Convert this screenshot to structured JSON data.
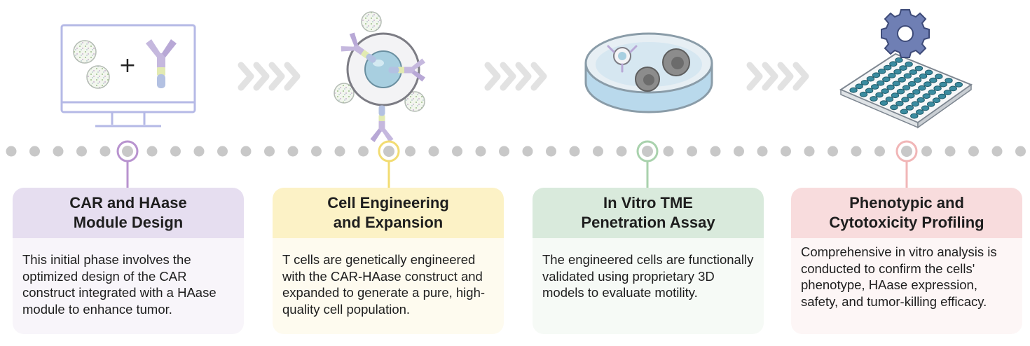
{
  "steps": [
    {
      "title_line1": "CAR and HAase",
      "title_line2": "Module Design",
      "body": "This initial phase involves the optimized design of the CAR construct integrated with a HAase module to enhance tumor.",
      "color": "#b893cf"
    },
    {
      "title_line1": "Cell Engineering",
      "title_line2": "and Expansion",
      "body": "T cells are genetically engineered with the CAR-HAase construct and expanded to generate a pure, high-quality cell population.",
      "color": "#f2dc72"
    },
    {
      "title_line1": "In Vitro TME",
      "title_line2": "Penetration Assay",
      "body": "The engineered cells are functionally validated using proprietary 3D models to evaluate motility.",
      "color": "#a9d2ad"
    },
    {
      "title_line1": "Phenotypic and",
      "title_line2": "Cytotoxicity Profiling",
      "body": "Comprehensive in vitro analysis is conducted to confirm the cells' phenotype, HAase expression, safety, and tumor-killing efficacy.",
      "color": "#f1b6b7"
    }
  ],
  "plus_symbol": "+",
  "icons": {
    "step1": "computer-monitor-with-antibody-icon",
    "step2": "t-cell-with-receptors-icon",
    "step3": "petri-dish-3d-model-icon",
    "step4": "well-plate-with-gear-icon",
    "arrows": "chevron-arrows-icon"
  },
  "colors": {
    "dot": "#c8c8c8",
    "arrow": "#e2e2e2",
    "monitor": "#b5b9e6",
    "antibody": "#c2b4dc",
    "gear": "#6f7fb4",
    "plate_well": "#3b8ca0"
  }
}
